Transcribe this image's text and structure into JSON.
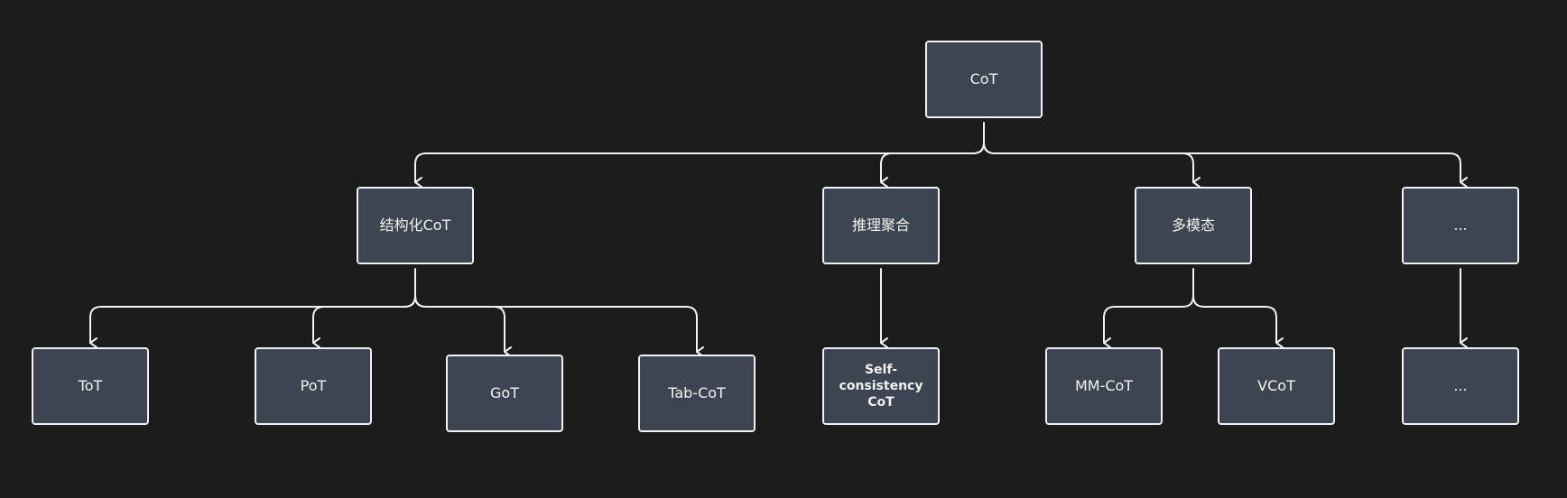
{
  "nodes": {
    "root": "CoT",
    "structured": "结构化CoT",
    "aggregation": "推理聚合",
    "multimodal": "多模态",
    "other": "...",
    "tot": "ToT",
    "pot": "PoT",
    "got": "GoT",
    "tabcot": "Tab-CoT",
    "selfconsistency": "Self-consistency CoT",
    "mmcot": "MM-CoT",
    "vcot": "VCoT",
    "other_child": "..."
  },
  "colors": {
    "background": "#1c1c1d",
    "node_fill": "#3d4452",
    "stroke": "#f2f2f2"
  }
}
